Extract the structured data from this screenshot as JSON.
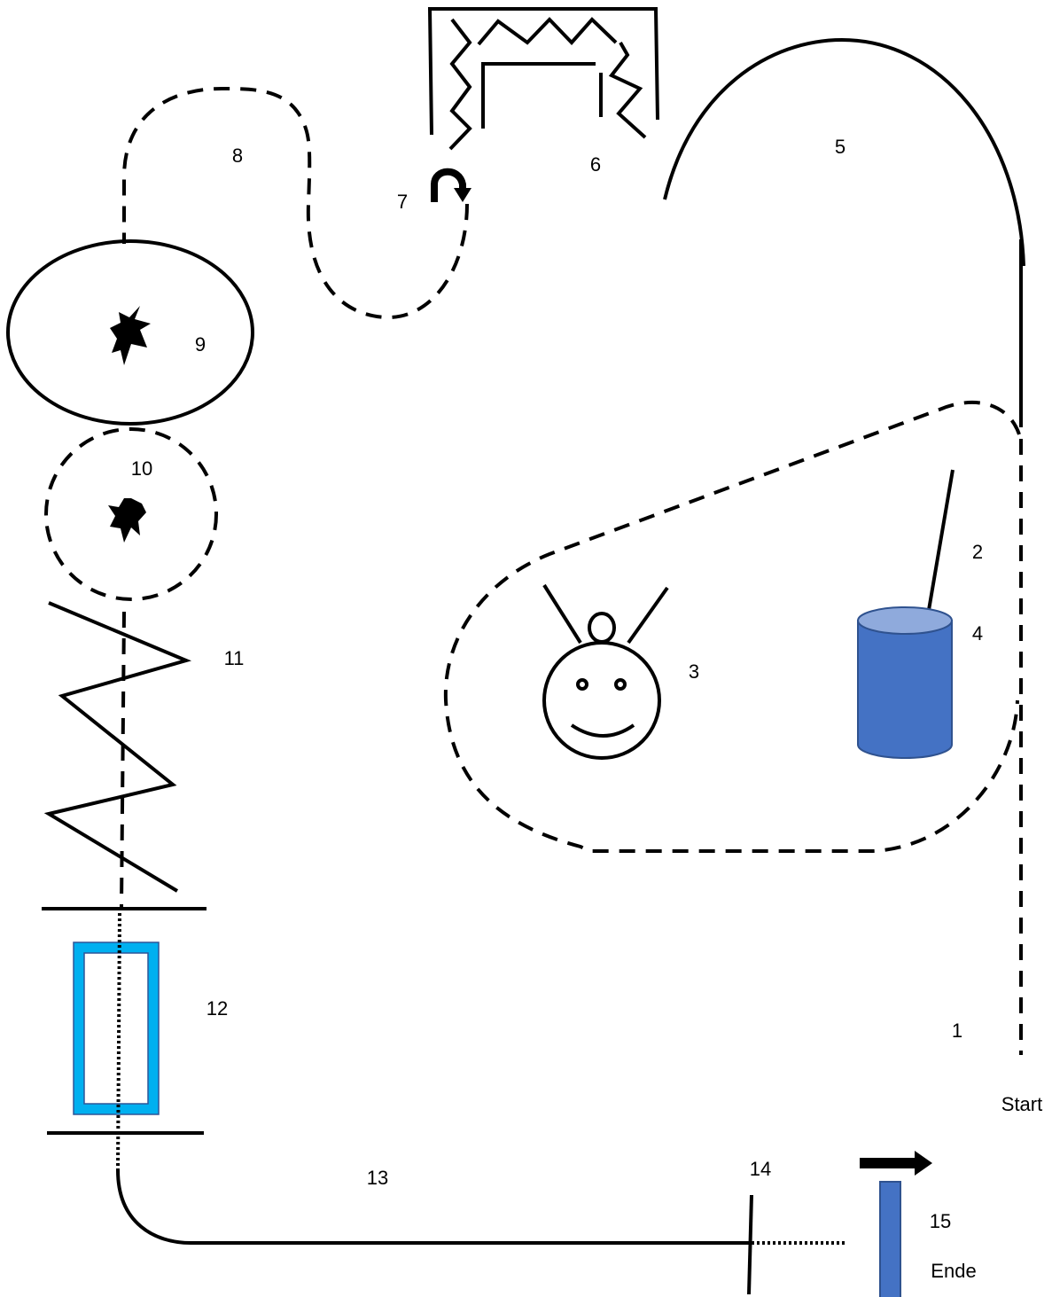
{
  "diagram": {
    "start_label": "Start",
    "end_label": "Ende",
    "stations": [
      {
        "number": "1"
      },
      {
        "number": "2"
      },
      {
        "number": "3"
      },
      {
        "number": "4"
      },
      {
        "number": "5"
      },
      {
        "number": "6"
      },
      {
        "number": "7"
      },
      {
        "number": "8"
      },
      {
        "number": "9"
      },
      {
        "number": "10"
      },
      {
        "number": "11"
      },
      {
        "number": "12"
      },
      {
        "number": "13"
      },
      {
        "number": "14"
      },
      {
        "number": "15"
      }
    ],
    "icons": [
      "smiley-face-icon",
      "barrel-icon",
      "rotation-arrow-icon",
      "star-burst-icon",
      "arrow-right-icon"
    ],
    "colors": {
      "barrel_fill": "#4472c4",
      "barrel_top": "#8faadc",
      "barrel_outline": "#2f528f",
      "frame_fill": "#00b0f0",
      "frame_outline": "#2f5597",
      "end_post": "#4472c4"
    }
  }
}
